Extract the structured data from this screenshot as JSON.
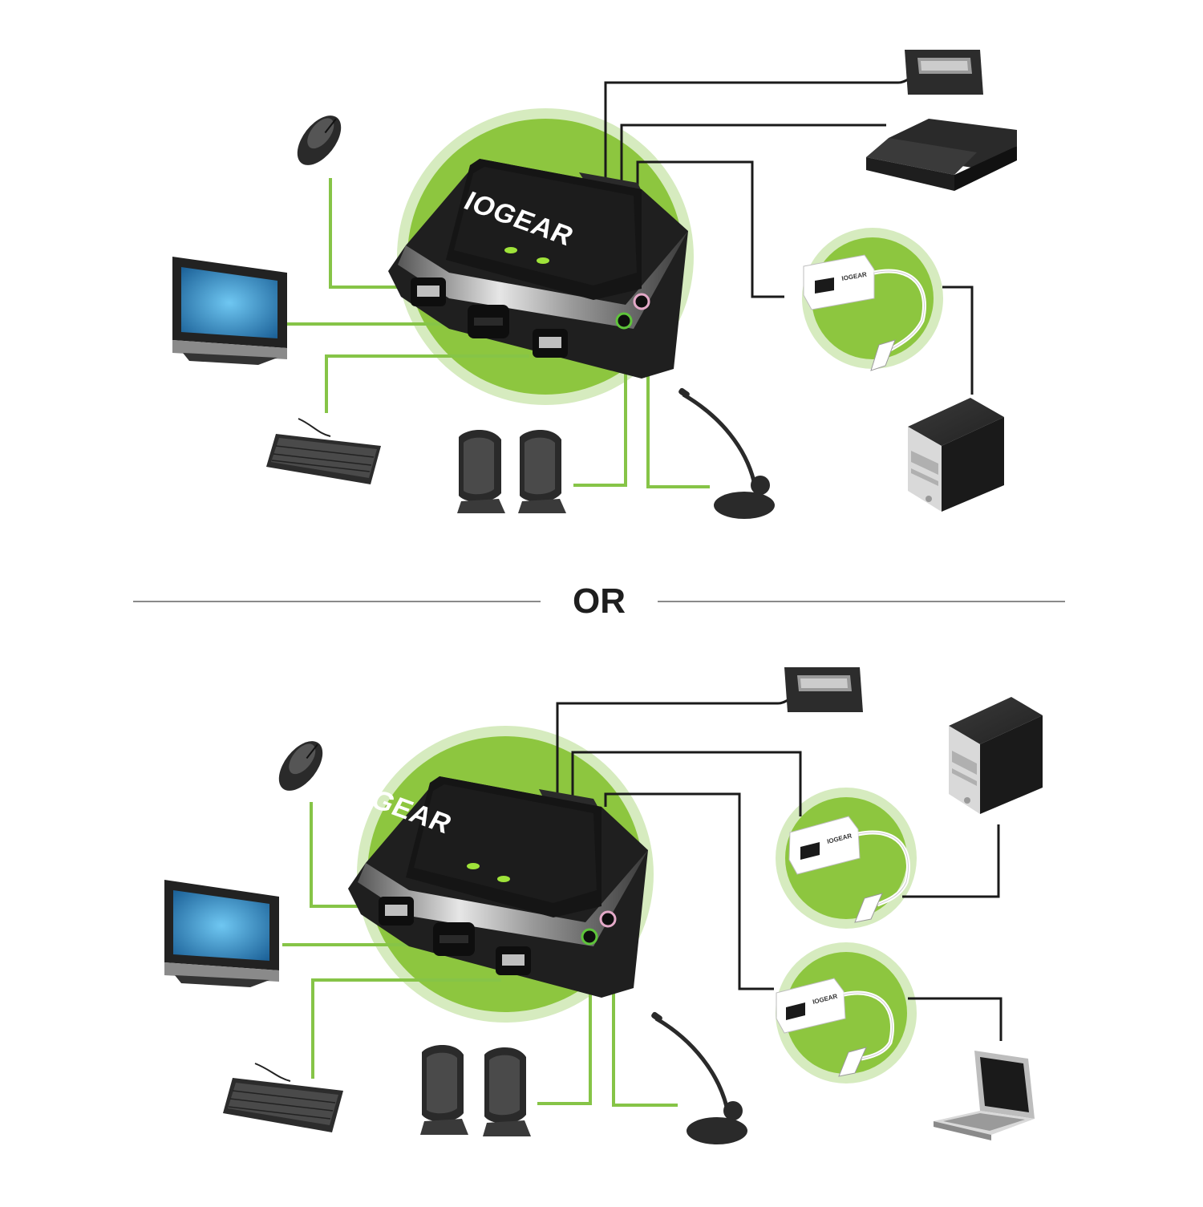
{
  "separator": {
    "label": "OR"
  },
  "diagrams": [
    {
      "device": {
        "brand": "IOGEAR"
      },
      "adapters": [
        {
          "brand": "IOGEAR"
        }
      ]
    },
    {
      "device": {
        "brand": "IOGEAR"
      },
      "adapters": [
        {
          "brand": "IOGEAR"
        },
        {
          "brand": "IOGEAR"
        }
      ]
    }
  ],
  "colors": {
    "green_cable": "#86c447",
    "green_circle": "#8dc63f",
    "green_circle_light": "#d6ebbf",
    "black_cable": "#1a1a1a",
    "device_body": "#222222",
    "separator": "#8a8a8a"
  }
}
